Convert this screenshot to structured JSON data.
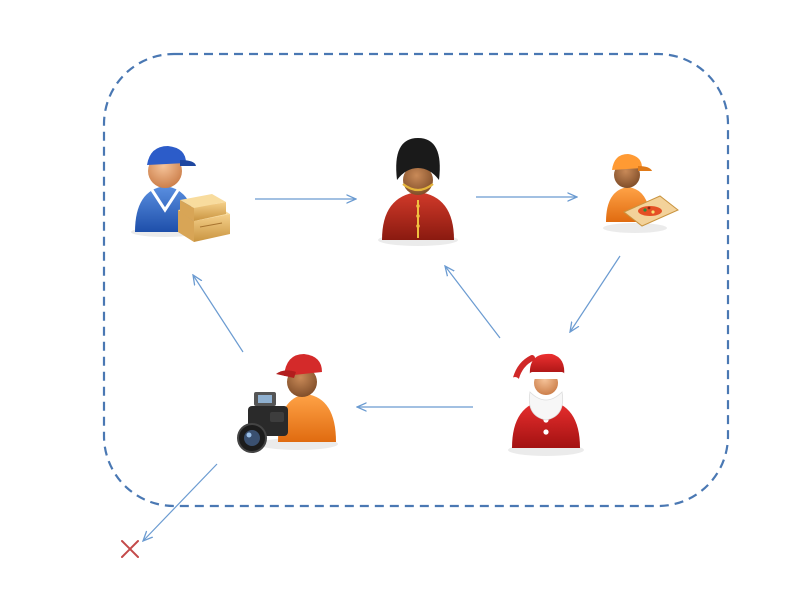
{
  "title": "",
  "colors": {
    "background": "#ffffff",
    "boundary": "#4a78b3",
    "arrow": "#6b9bd1",
    "failure_mark": "#c44a4a"
  },
  "boundary": {
    "style": "dashed-rounded-rectangle"
  },
  "nodes": [
    {
      "id": "courier",
      "icon": "delivery-person-with-boxes-icon"
    },
    {
      "id": "guard",
      "icon": "royal-guard-icon"
    },
    {
      "id": "pizza",
      "icon": "pizza-delivery-person-icon"
    },
    {
      "id": "santa",
      "icon": "santa-claus-icon"
    },
    {
      "id": "photographer",
      "icon": "photographer-with-camera-icon"
    }
  ],
  "edges": [
    {
      "from": "courier",
      "to": "guard"
    },
    {
      "from": "guard",
      "to": "pizza"
    },
    {
      "from": "pizza",
      "to": "santa"
    },
    {
      "from": "santa",
      "to": "guard"
    },
    {
      "from": "santa",
      "to": "photographer"
    },
    {
      "from": "photographer",
      "to": "courier"
    },
    {
      "from": "photographer",
      "to": "exit"
    }
  ],
  "exit_marker": {
    "icon": "x-mark-icon"
  }
}
